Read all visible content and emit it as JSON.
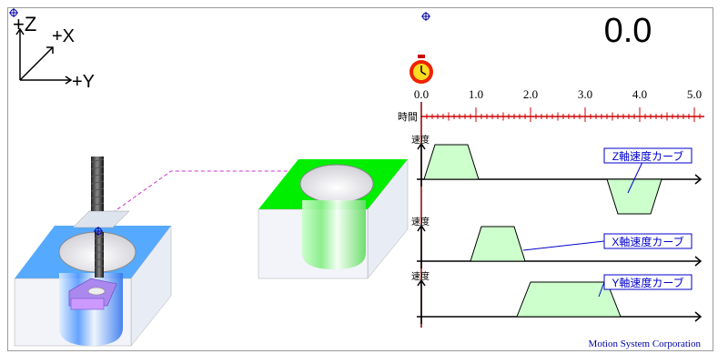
{
  "timer_value": "0.0",
  "axes_labels": {
    "z": "+Z",
    "x": "+X",
    "y": "+Y"
  },
  "time_axis": {
    "label": "時間",
    "ticks": [
      "0.0",
      "1.0",
      "2.0",
      "3.0",
      "4.0",
      "5.0"
    ]
  },
  "velocity_label": "速度",
  "curves": {
    "z": "Z軸速度カーブ",
    "x": "X軸速度カーブ",
    "y": "Y軸速度カーブ"
  },
  "footer": "Motion System Corporation",
  "chart_data": [
    {
      "type": "area",
      "title": "Z軸速度カーブ",
      "xlabel": "時間",
      "ylabel": "速度",
      "xlim": [
        0,
        5
      ],
      "x": [
        0.05,
        0.25,
        0.85,
        1.05,
        3.4,
        3.6,
        4.2,
        4.4
      ],
      "y": [
        0,
        1,
        1,
        0,
        0,
        -1,
        -1,
        0
      ]
    },
    {
      "type": "area",
      "title": "X軸速度カーブ",
      "xlabel": "時間",
      "ylabel": "速度",
      "xlim": [
        0,
        5
      ],
      "x": [
        0.9,
        1.1,
        1.7,
        1.9
      ],
      "y": [
        0,
        1,
        1,
        0
      ]
    },
    {
      "type": "area",
      "title": "Y軸速度カーブ",
      "xlabel": "時間",
      "ylabel": "速度",
      "xlim": [
        0,
        5
      ],
      "x": [
        1.75,
        2.0,
        3.4,
        3.65
      ],
      "y": [
        0,
        1,
        1,
        0
      ]
    }
  ],
  "colors": {
    "green_face": "#00ee00",
    "blue_face": "#55aaff",
    "curve_fill": "#ccffcc",
    "dash": "#cc33cc",
    "tick_red": "#cc0000",
    "label_blue": "#0000cc"
  }
}
